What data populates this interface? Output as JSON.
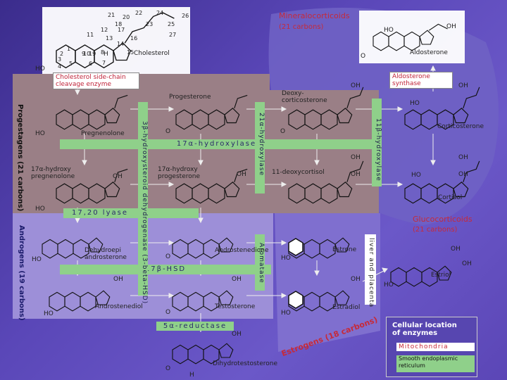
{
  "molecules": {
    "cholesterol": "Cholesterol",
    "pregnenolone": "Pregnenolone",
    "progesterone": "Progesterone",
    "deoxycorticosterone": "Deoxy-\ncorticosterone",
    "corticosterone": "Corticosterone",
    "aldosterone": "Aldosterone",
    "oh_pregnenolone": "17α-hydroxy\npregnenolone",
    "oh_progesterone": "17α-hydroxy\nprogesterone",
    "deoxycortisol": "11-deoxycortisol",
    "cortisol": "Cortisol",
    "dhea": "Dehydroepi\nandrosterone",
    "androstenedione": "Androstenedione",
    "estrone": "Estrone",
    "androstenediol": "Androstenediol",
    "testosterone": "Testosterone",
    "estradiol": "Estradiol",
    "estriol": "Estriol",
    "dht": "Dihydrotestosterone"
  },
  "groups": {
    "mineralocorticoids": "Mineralocorticoids",
    "mineralocorticoids_carbons": "(21 carbons)",
    "glucocorticoids": "Glucocorticoids",
    "glucocorticoids_carbons": "(21 carbons)",
    "progestagens": "Progestagens (21 carbons)",
    "androgens": "Androgens (19 carbons)",
    "estrogens": "Estrogens (18 carbons)"
  },
  "enzymes": {
    "side_chain": "Cholesterol side-chain\ncleavage enzyme",
    "aldosterone_synthase": "Aldosterone\nsynthase",
    "hydroxylase17": "17α-hydroxylase",
    "lyase": "17,20 lyase",
    "hsd17": "17β-HSD",
    "reductase": "5α-reductase",
    "hsd3b": "3β-hydroxysteroid dehydrogenase (3-beta-HSD)",
    "hydroxylase21": "21α-hydroxylase",
    "hydroxylase11": "11β-hydroxylase",
    "aromatase": "Aromatase",
    "liver": "liver and placenta"
  },
  "legend": {
    "title": "Cellular location\nof enzymes",
    "mito": "Mitochondria",
    "er": "Smooth endoplasmic\nreticulum"
  },
  "atoms": {
    "oh": "OH",
    "ho": "HO",
    "o": "O",
    "h": "H"
  },
  "numbers": [
    "21",
    "20",
    "22",
    "24",
    "26",
    "18",
    "23",
    "25",
    "12",
    "17",
    "27",
    "11",
    "13",
    "16",
    "19",
    "14",
    "15",
    "1",
    "9",
    "2",
    "10",
    "8",
    "3",
    "5",
    "7",
    "4",
    "6"
  ],
  "colors": {
    "mito": "#c62a3a",
    "er": "#8fd08a",
    "progestagens": "#9a7f86",
    "androgens": "#9d8fd8"
  }
}
